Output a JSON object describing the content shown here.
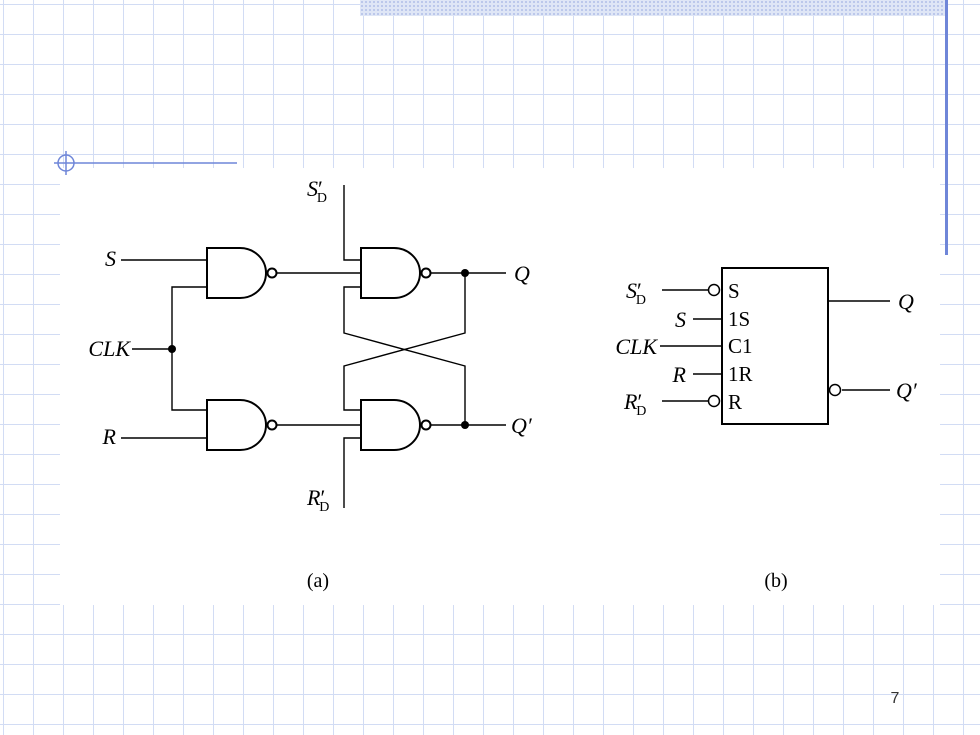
{
  "slide": {
    "page_number": "7"
  },
  "figure_a": {
    "caption": "(a)",
    "input_s": "S",
    "input_clk": "CLK",
    "input_r": "R",
    "preset": {
      "base": "S",
      "prime": "′",
      "sub": "D"
    },
    "clear": {
      "base": "R",
      "prime": "′",
      "sub": "D"
    },
    "output_q": "Q",
    "output_q_bar": "Q′"
  },
  "figure_b": {
    "caption": "(b)",
    "inputs": {
      "preset": {
        "base": "S",
        "prime": "′",
        "sub": "D"
      },
      "s": "S",
      "clk": "CLK",
      "r": "R",
      "clear": {
        "base": "R",
        "prime": "′",
        "sub": "D"
      }
    },
    "pins": [
      "S",
      "1S",
      "C1",
      "1R",
      "R"
    ],
    "output_q": "Q",
    "output_q_bar": "Q′"
  },
  "colors": {
    "grid": "#d2dcf4",
    "accent": "#6f86d8",
    "ink": "#000000"
  }
}
